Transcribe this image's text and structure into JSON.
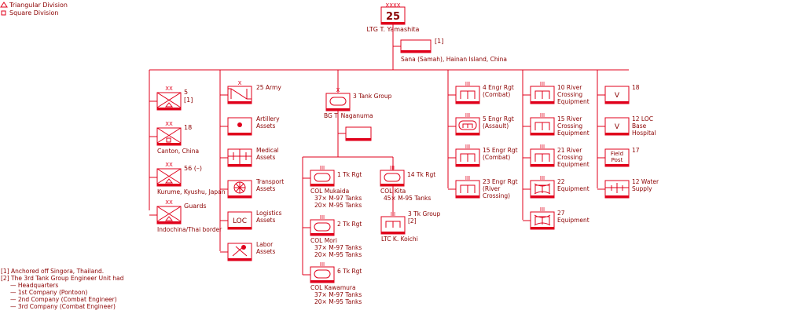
{
  "legend": [
    {
      "symbol": "triangle",
      "label": "Triangular Division"
    },
    {
      "symbol": "square",
      "label": "Square Division"
    }
  ],
  "hq": {
    "echelon": "XXXX",
    "number": "25",
    "commander": "LTG  T. Yamashita",
    "sub_note": "[1]",
    "location": "Sana (Samah), Hainan Island, China"
  },
  "columns": {
    "divisions": [
      {
        "echelon": "XX",
        "name": "5",
        "note": "[1]",
        "location": "",
        "type": "triangle"
      },
      {
        "echelon": "XX",
        "name": "18",
        "note": "",
        "location": "Canton, China",
        "type": "square"
      },
      {
        "echelon": "XX",
        "name": "56 (–)",
        "note": "",
        "location": "Kurume, Kyushu, Japan",
        "type": "triangle"
      },
      {
        "echelon": "XX",
        "name": "Guards",
        "note": "",
        "location": "Indochina/Thai border",
        "type": "triangle"
      }
    ],
    "assets": [
      {
        "echelon": "X",
        "lines": [
          "25 Army"
        ],
        "symbol": "army"
      },
      {
        "echelon": "",
        "lines": [
          "Artillery",
          "Assets"
        ],
        "symbol": "artillery"
      },
      {
        "echelon": "",
        "lines": [
          "Medical",
          "Assets"
        ],
        "symbol": "medical"
      },
      {
        "echelon": "",
        "lines": [
          "Transport",
          "Assets"
        ],
        "symbol": "transport"
      },
      {
        "echelon": "",
        "lines": [
          "Logistics",
          "Assets"
        ],
        "symbol": "logistics",
        "inner_text": "LOC"
      },
      {
        "echelon": "",
        "lines": [
          "Labor",
          "Assets"
        ],
        "symbol": "labor"
      }
    ],
    "tank_group": {
      "echelon": "X",
      "name": "3 Tank Group",
      "commander": "BG  T. Naganuma",
      "regiments": [
        {
          "echelon": "III",
          "name": "1 Tk Rgt",
          "commander": "COL  Mukaida",
          "equipment": [
            "37× M-97 Tanks",
            "20× M-95 Tanks"
          ]
        },
        {
          "echelon": "III",
          "name": "2 Tk Rgt",
          "commander": "COL  Mori",
          "equipment": [
            "37× M-97 Tanks",
            "20× M-95 Tanks"
          ]
        },
        {
          "echelon": "III",
          "name": "6 Tk Rgt",
          "commander": "COL  Kawamura",
          "equipment": [
            "37× M-97 Tanks",
            "20× M-95 Tanks"
          ]
        },
        {
          "echelon": "III",
          "name": "14 Tk Rgt",
          "commander": "COL  Kita",
          "equipment": [
            "45× M-95 Tanks"
          ]
        }
      ],
      "engineer": {
        "echelon": "III",
        "lines": [
          "3 Tk Group",
          "[2]"
        ],
        "commander": "LTC  K. Koichi"
      }
    },
    "engineers": [
      {
        "echelon": "III",
        "lines": [
          "4 Engr Rgt",
          "(Combat)"
        ],
        "symbol": "engineer"
      },
      {
        "echelon": "III",
        "lines": [
          "5 Engr Rgt",
          "(Assault)"
        ],
        "symbol": "assault"
      },
      {
        "echelon": "III",
        "lines": [
          "15 Engr Rgt",
          "(Combat)"
        ],
        "symbol": "engineer"
      },
      {
        "echelon": "III",
        "lines": [
          "23 Engr Rgt",
          "(River",
          "Crossing)"
        ],
        "symbol": "engineer"
      }
    ],
    "river": [
      {
        "echelon": "III",
        "lines": [
          "10 River",
          "Crossing",
          "Equipment"
        ],
        "symbol": "bridge"
      },
      {
        "echelon": "III",
        "lines": [
          "15 River",
          "Crossing",
          "Equipment"
        ],
        "symbol": "bridge"
      },
      {
        "echelon": "III",
        "lines": [
          "21 River",
          "Crossing",
          "Equipment"
        ],
        "symbol": "bridge"
      },
      {
        "echelon": "III",
        "lines": [
          "22",
          "Equipment"
        ],
        "symbol": "bridge2"
      },
      {
        "echelon": "III",
        "lines": [
          "27",
          "Equipment"
        ],
        "symbol": "bridge2"
      }
    ],
    "support": [
      {
        "lines": [
          "18"
        ],
        "inner_text": "V",
        "symbol": "text"
      },
      {
        "lines": [
          "12 LOC",
          "Base",
          "Hospital"
        ],
        "inner_text": "V",
        "symbol": "text"
      },
      {
        "lines": [
          "17"
        ],
        "inner_text": "Field|Post",
        "symbol": "text2"
      },
      {
        "lines": [
          "12 Water",
          "Supply"
        ],
        "symbol": "water"
      }
    ]
  },
  "footnotes": [
    "[1] Anchored off Singora, Thailand.",
    "[2] The 3rd Tank Group Engineer Unit had",
    "— Headquarters",
    "— 1st Company (Pontoon)",
    "— 2nd Company (Combat Engineer)",
    "— 3rd Company (Combat Engineer)"
  ],
  "colors": {
    "red": "#e0001b",
    "text": "#8b0000",
    "line": "#e0001b"
  }
}
